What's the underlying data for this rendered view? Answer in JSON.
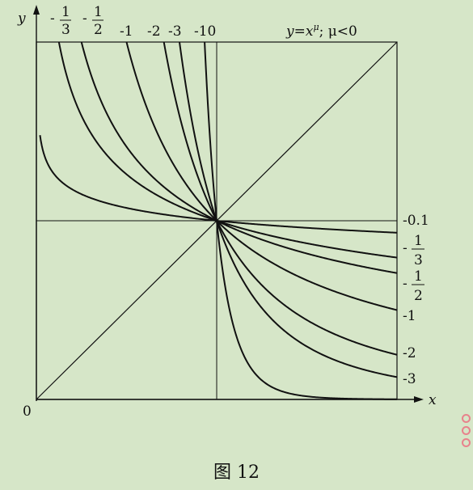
{
  "figure": {
    "formula": "y=x^μ; μ<0",
    "formula_parts": {
      "y": "y",
      "eq": "=",
      "x": "x",
      "mu": "μ",
      "cond": "; μ<0"
    },
    "axis_x_label": "x",
    "axis_y_label": "y",
    "origin_label": "0",
    "top_labels": [
      {
        "text": "-",
        "num": "1",
        "den": "3"
      },
      {
        "text": "-",
        "num": "1",
        "den": "2"
      },
      {
        "text": "-1"
      },
      {
        "text": "-2"
      },
      {
        "text": "-3"
      },
      {
        "text": "-10"
      }
    ],
    "right_labels": [
      {
        "text": "-0.1"
      },
      {
        "text": "-",
        "num": "1",
        "den": "3"
      },
      {
        "text": "-",
        "num": "1",
        "den": "2"
      },
      {
        "text": "-1"
      },
      {
        "text": "-2"
      },
      {
        "text": "-3"
      }
    ],
    "exponents": [
      -0.1,
      -0.3333,
      -0.5,
      -1,
      -2,
      -3,
      -10
    ]
  },
  "caption": "图 12",
  "colors": {
    "background": "#d6e6c8",
    "ink": "#111111",
    "decoration": "#e8828c"
  }
}
